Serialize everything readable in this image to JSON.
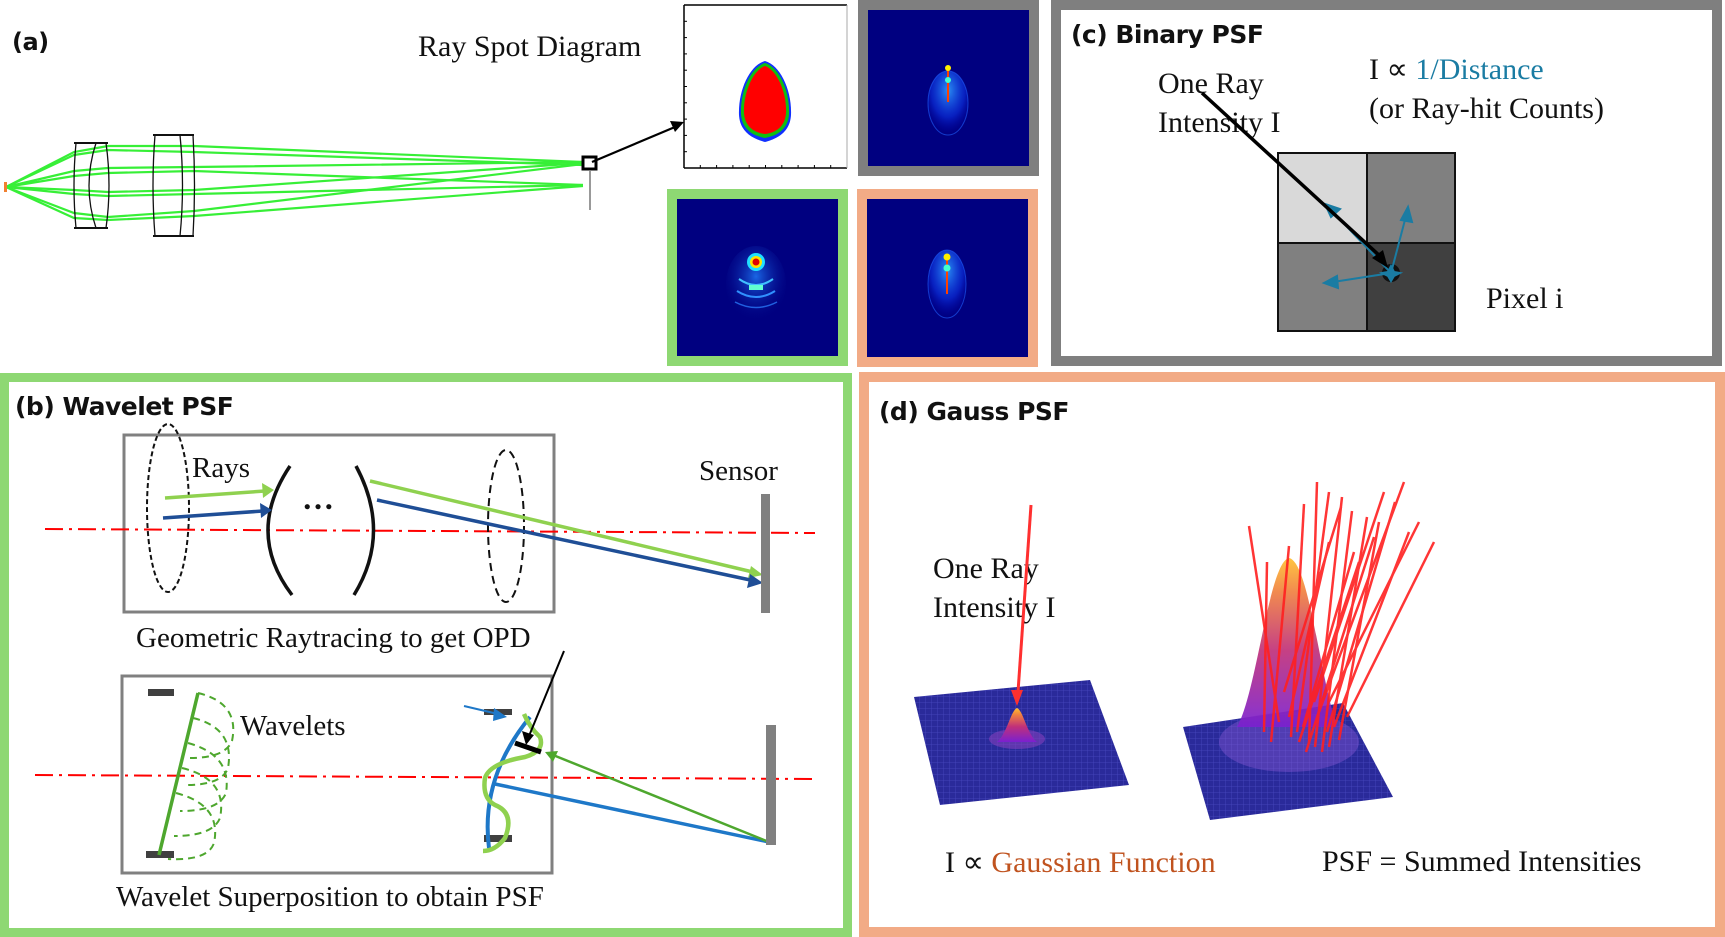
{
  "colors": {
    "wavelet_green": "#8ed873",
    "gauss_orange": "#f2ab86",
    "binary_gray": "#7f7f7f",
    "ray_green": "#22ee22",
    "psf_navy": "#000080",
    "light_green_ray": "#8fd14f",
    "dark_blue_ray": "#1f4e96",
    "blue_ray": "#1e78c8",
    "wave_green": "#4ea72e",
    "axis_red": "#ff0000",
    "distance_blue": "#1a7ca3",
    "gaussian_orange": "#c0531f",
    "pixel_colors": [
      "#d9d9d9",
      "#808080",
      "#808080",
      "#404040"
    ]
  },
  "panel_a": {
    "label": "(a)",
    "spot_diagram_label": "Ray Spot Diagram",
    "psf_thumbnails": [
      {
        "method": "Binary PSF",
        "frame": "gray"
      },
      {
        "method": "Wavelet PSF",
        "frame": "green"
      },
      {
        "method": "Gauss PSF",
        "frame": "orange"
      }
    ]
  },
  "panel_b": {
    "title": "(b) Wavelet PSF",
    "rays_label": "Rays",
    "ellipsis": "…",
    "sensor_label": "Sensor",
    "top_caption": "Geometric Raytracing to get OPD",
    "wavelets_label": "Wavelets",
    "bottom_caption": "Wavelet Superposition to obtain PSF"
  },
  "panel_c": {
    "title": "(c) Binary PSF",
    "ray_label_line1": "One Ray",
    "ray_label_line2": "Intensity I",
    "formula_prefix": "I ∝ ",
    "formula_term": "1/Distance",
    "formula_alt": "(or Ray-hit Counts)",
    "pixel_label": "Pixel i"
  },
  "panel_d": {
    "title": "(d) Gauss PSF",
    "ray_label_line1": "One Ray",
    "ray_label_line2": "Intensity I",
    "left_caption_prefix": "I ∝ ",
    "left_caption_term": "Gaussian Function",
    "right_caption": "PSF = Summed Intensities"
  }
}
